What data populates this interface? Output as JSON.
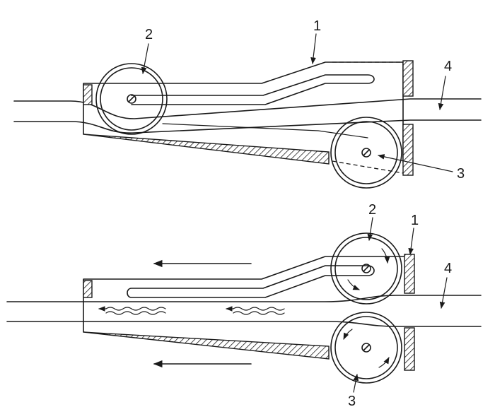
{
  "labels": {
    "frame": "1",
    "upper_roller": "2",
    "lower_roller": "3",
    "sheet": "4"
  }
}
